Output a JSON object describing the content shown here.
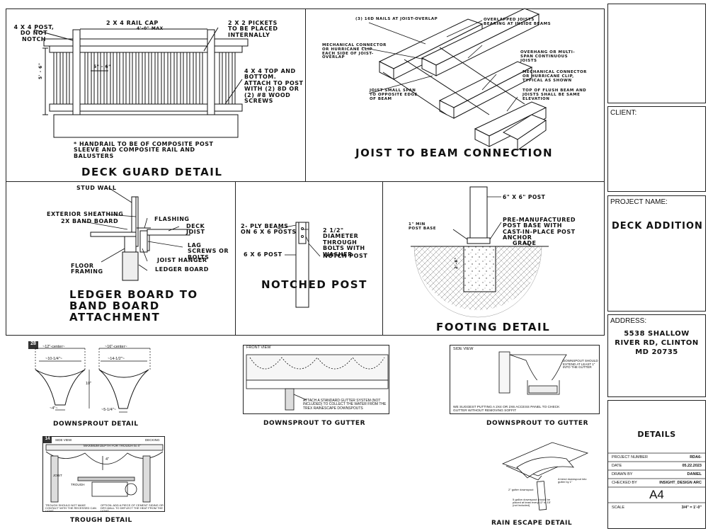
{
  "deck_guard": {
    "title": "DECK GUARD DETAIL",
    "post_note": "4 X 4 POST, DO NOT NOTCH",
    "rail_cap": "2 X 4 RAIL CAP",
    "max_height": "4'-0\" MAX",
    "pickets": "2 X 2 PICKETS TO BE PLACED INTERNALLY",
    "rails": "4 X 4 TOP AND BOTTOM. ATTACH TO POST WITH (2) 8D OR (2) #8 WOOD SCREWS",
    "spacing": "5\" - 6\"",
    "height": "5' - 6\"",
    "handrail_note": "* HANDRAIL TO BE OF COMPOSITE POST SLEEVE AND COMPOSITE RAIL AND BALUSTERS"
  },
  "joist_beam": {
    "title": "JOIST TO BEAM CONNECTION",
    "nails": "(3) 16D NAILS AT JOIST-OVERLAP",
    "connector": "MECHANICAL CONNECTOR OR HURRICANE CLIP EACH SIDE OF JOIST-OVERLAP",
    "small_span": "JOIST SMALL SPAN TO OPPOSITE EDGE OF BEAM",
    "overlapped": "OVERLAPPED JOISTS BEARING AT INSIDE BEAMS",
    "overhang": "OVERHANG OR MULTI-SPAN CONTINUOUS JOISTS",
    "clip": "MECHANICAL CONNECTOR OR HURRICANE CLIP, TYPICAL AS SHOWN",
    "flush": "TOP OF FLUSH BEAM AND JOISTS SHALL BE SAME ELEVATION"
  },
  "ledger": {
    "title_lines": [
      "LEDGER BOARD TO",
      "BAND BOARD",
      "ATTACHMENT"
    ],
    "stud_wall": "STUD WALL",
    "sheathing": "EXTERIOR SHEATHING",
    "band_board": "2X BAND BOARD",
    "floor_framing": "FLOOR FRAMING",
    "flashing": "FLASHING",
    "deck_joist": "DECK JOIST",
    "lag_screws": "LAG SCREWS OR BOLTS",
    "joist_hanger": "JOIST HANGER",
    "ledger_board": "LEDGER BOARD"
  },
  "notched_post": {
    "title": "NOTCHED POST",
    "beams": "2- PLY BEAMS ON 6 X 6 POSTS",
    "bolts": "2 1/2\" DIAMETER THROUGH BOLTS WITH WASHER",
    "post": "6 X 6 POST",
    "notch": "NOTCH POST"
  },
  "footing": {
    "title": "FOOTING DETAIL",
    "post": "6\" X 6\" POST",
    "base": "PRE-MANUFACTURED POST BASE WITH CAST-IN-PLACE POST ANCHOR",
    "min_base": "1\" MIN POST BASE",
    "grade": "GRADE",
    "depth": "2'-6\""
  },
  "downsprout_detail": {
    "badge": "28",
    "title": "DOWNSPROUT DETAIL",
    "c1": "~12\"-center~",
    "c2": "~16\"-center~",
    "w1": "~10-1/4\"~",
    "w2": "~14-1/2\"~",
    "h": "10\"",
    "b1": "~4\"~",
    "b2": "~5-1/4\"~"
  },
  "downsprout_gutter_1": {
    "title": "DOWNSPROUT TO GUTTER",
    "view": "FRONT VIEW",
    "note": "ATTACH A STANDARD GUTTER SYSTEM (NOT INCLUDED) TO COLLECT THE WATER FROM THE TREX RAINESCAPE DOWNSPOUTS"
  },
  "downsprout_gutter_2": {
    "title": "DOWNSPROUT TO GUTTER",
    "view": "SIDE VIEW",
    "note_top": "DOWNSPOUT SHOULD EXTEND AT LEAST 1\" INTO THE GUTTER",
    "note_bottom": "WE SUGGEST PUTTING A 2x4 or 2x6 ACCESS PANEL TO CHECK GUTTER WITHOUT REMOVING SOFFIT"
  },
  "trough": {
    "badge": "14",
    "title": "TROUGH DETAIL",
    "side_view": "SIDE VIEW",
    "decking": "DECKING",
    "max_depth": "MAXIMUM DEPTH FOR TROUGH IS 4\"",
    "depth": "4\"",
    "joist": "JOIST",
    "trough": "TROUGH",
    "note_left": "TROUGH SHOULD NOT MAKE CONTACT WITH THE RECESSED CAN LIGHT",
    "note_right": "OPTION: ADD A PIECE OF CEMENT SIDING OR DRY-WALL TO DEFLECT THE HEAT FROM THE LIGHT"
  },
  "rain_escape": {
    "title": "RAIN ESCAPE DETAIL",
    "n1": "A bend downspout into gutter by 1\"",
    "n2": "2\" gutter downspout",
    "n3": "5 gallon downspout should be placed at least every 12' to 15' (not included)"
  },
  "title_block": {
    "client_label": "CLIENT:",
    "project_label": "PROJECT NAME:",
    "project_name": "DECK ADDITION",
    "address_label": "ADDRESS:",
    "address_lines": [
      "5538 SHALLOW",
      "RIVER RD, CLINTON",
      "MD 20735"
    ],
    "sheet_title": "DETAILS",
    "rows": [
      {
        "label": "PROJECT NUMBER",
        "value": "RDA6-"
      },
      {
        "label": "DATE",
        "value": "05.22.2023"
      },
      {
        "label": "DRAWN BY",
        "value": "DANIEL"
      },
      {
        "label": "CHECKED BY",
        "value": "INSIGHT_DESIGN ARC"
      }
    ],
    "sheet_number": "A4",
    "scale_label": "SCALE",
    "scale_value": "3/4\" = 1'-0\""
  }
}
